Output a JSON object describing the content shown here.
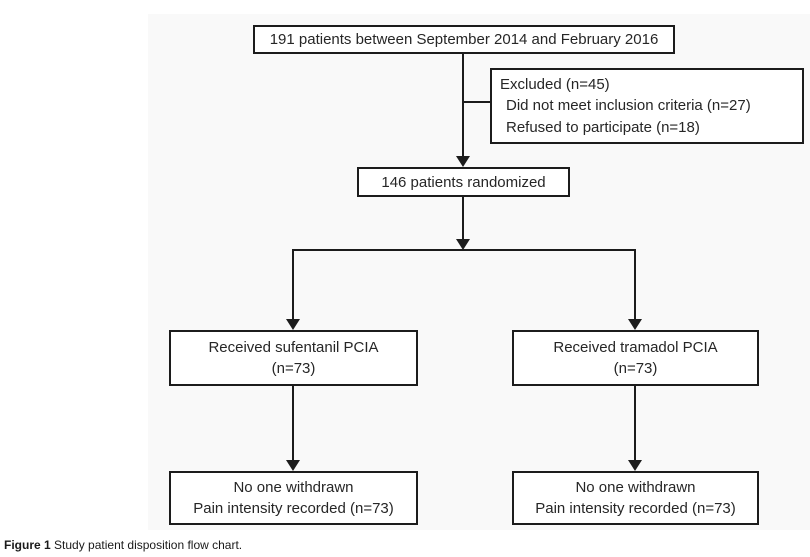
{
  "colors": {
    "box_border": "#1c1c1c",
    "connector": "#1c1c1c",
    "text": "#262626",
    "figure_background": "#f9f9f9",
    "page_background": "#ffffff"
  },
  "chart_data": {
    "type": "flowchart",
    "title": "Study patient disposition flow chart",
    "nodes": [
      {
        "id": "enrollment",
        "text": "191 patients between September 2014 and February 2016",
        "n": 191
      },
      {
        "id": "excluded",
        "text": "Excluded (n=45)",
        "n": 45,
        "reasons": [
          {
            "text": "Did not meet inclusion criteria (n=27)",
            "n": 27
          },
          {
            "text": "Refused to participate (n=18)",
            "n": 18
          }
        ]
      },
      {
        "id": "randomized",
        "text": "146 patients randomized",
        "n": 146
      },
      {
        "id": "sufentanil_arm",
        "text": "Received sufentanil PCIA (n=73)",
        "n": 73
      },
      {
        "id": "tramadol_arm",
        "text": "Received tramadol PCIA (n=73)",
        "n": 73
      },
      {
        "id": "sufentanil_outcome",
        "text": "No one withdrawn; Pain intensity recorded (n=73)",
        "n": 73
      },
      {
        "id": "tramadol_outcome",
        "text": "No one withdrawn; Pain intensity recorded (n=73)",
        "n": 73
      }
    ],
    "edges": [
      [
        "enrollment",
        "excluded"
      ],
      [
        "enrollment",
        "randomized"
      ],
      [
        "randomized",
        "sufentanil_arm"
      ],
      [
        "randomized",
        "tramadol_arm"
      ],
      [
        "sufentanil_arm",
        "sufentanil_outcome"
      ],
      [
        "tramadol_arm",
        "tramadol_outcome"
      ]
    ]
  },
  "flow": {
    "enrollment": "191 patients between September 2014 and February 2016",
    "excluded": {
      "title": "Excluded (n=45)",
      "reason1": "Did not meet inclusion criteria (n=27)",
      "reason2": "Refused to participate (n=18)"
    },
    "randomized": "146 patients randomized",
    "sufentanil_arm": {
      "line1": "Received sufentanil PCIA",
      "line2": "(n=73)"
    },
    "tramadol_arm": {
      "line1": "Received tramadol PCIA",
      "line2": "(n=73)"
    },
    "sufentanil_outcome": {
      "line1": "No one withdrawn",
      "line2": "Pain intensity recorded (n=73)"
    },
    "tramadol_outcome": {
      "line1": "No one withdrawn",
      "line2": "Pain intensity recorded (n=73)"
    }
  },
  "caption": {
    "label": "Figure 1",
    "text": "Study patient disposition flow chart."
  }
}
